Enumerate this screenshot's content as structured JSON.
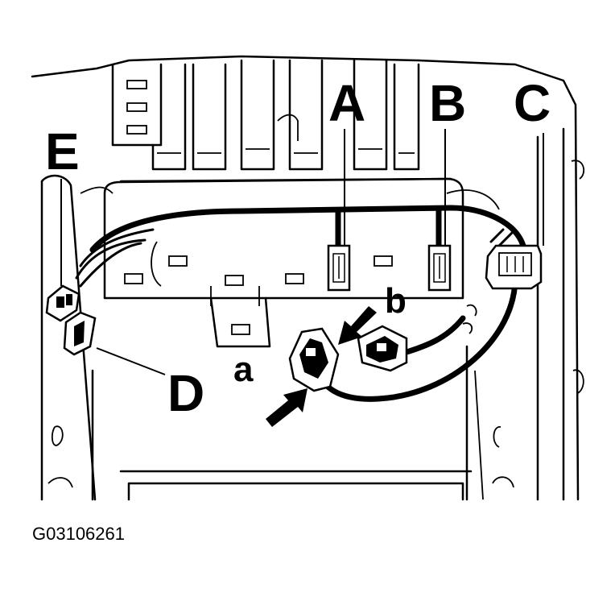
{
  "figure": {
    "figure_id": "G03106261"
  },
  "callouts": {
    "A": "A",
    "B": "B",
    "C": "C",
    "D": "D",
    "E": "E",
    "a": "a",
    "b": "b"
  }
}
